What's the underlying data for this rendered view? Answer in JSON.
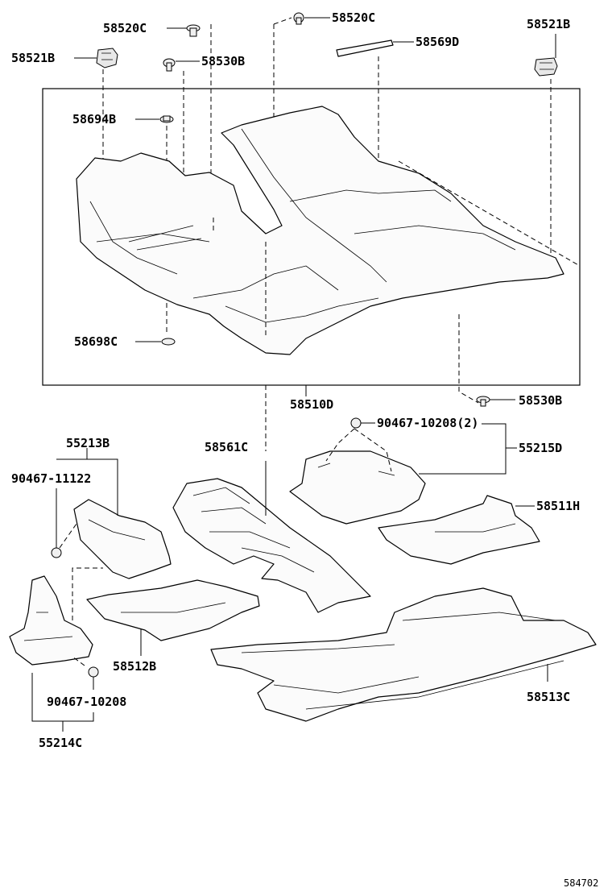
{
  "diagram": {
    "reference_number": "584702",
    "parts": {
      "p58520C_a": "58520C",
      "p58520C_b": "58520C",
      "p58521B_a": "58521B",
      "p58521B_b": "58521B",
      "p58530B_a": "58530B",
      "p58530B_b": "58530B",
      "p58569D": "58569D",
      "p58694B": "58694B",
      "p58698C": "58698C",
      "p58510D": "58510D",
      "p90467_10208_2": "90467-10208(2)",
      "p55215D": "55215D",
      "p55213B": "55213B",
      "p58561C": "58561C",
      "p90467_11122": "90467-11122",
      "p58511H": "58511H",
      "p58512B": "58512B",
      "p90467_10208": "90467-10208",
      "p55214C": "55214C",
      "p58513C": "58513C"
    }
  }
}
